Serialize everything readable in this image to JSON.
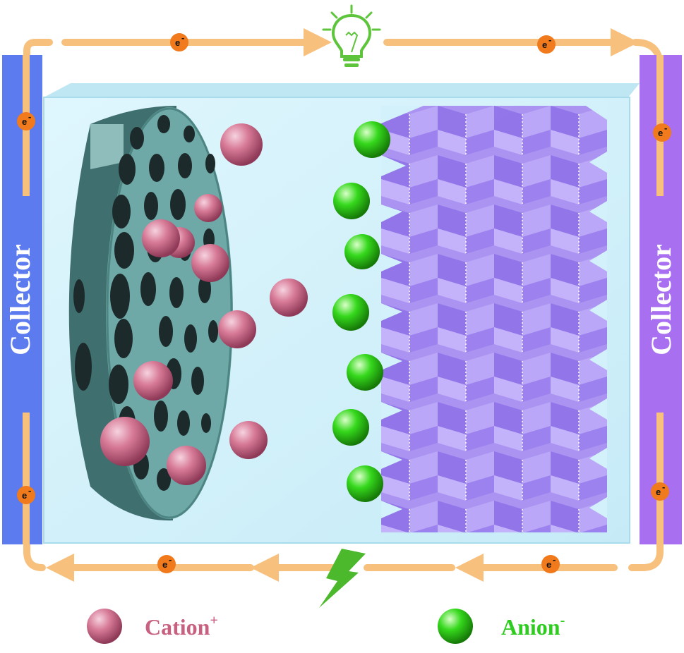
{
  "collectors": {
    "left_label": "Collector",
    "right_label": "Collector",
    "left_color": "#5b7bef",
    "right_color": "#a86ff0"
  },
  "electron": {
    "symbol": "e",
    "charge": "-",
    "color": "#f07a1c"
  },
  "circuit": {
    "wire_color": "#f7c07d",
    "bulb_icon": "lightbulb-icon",
    "bulb_color": "#5ec43b",
    "charging_icon": "lightning-bolt-icon",
    "charging_color": "#4cb82c"
  },
  "cell": {
    "electrolyte_color": "#d3f1fb",
    "anode_material": "porous-disk",
    "cathode_material": "layered-lattice"
  },
  "legend": {
    "cation_label": "Cation",
    "cation_sup": "+",
    "anion_label": "Anion",
    "anion_sup": "-",
    "cation_color": "#c8607f",
    "anion_color": "#2ecc1f"
  }
}
